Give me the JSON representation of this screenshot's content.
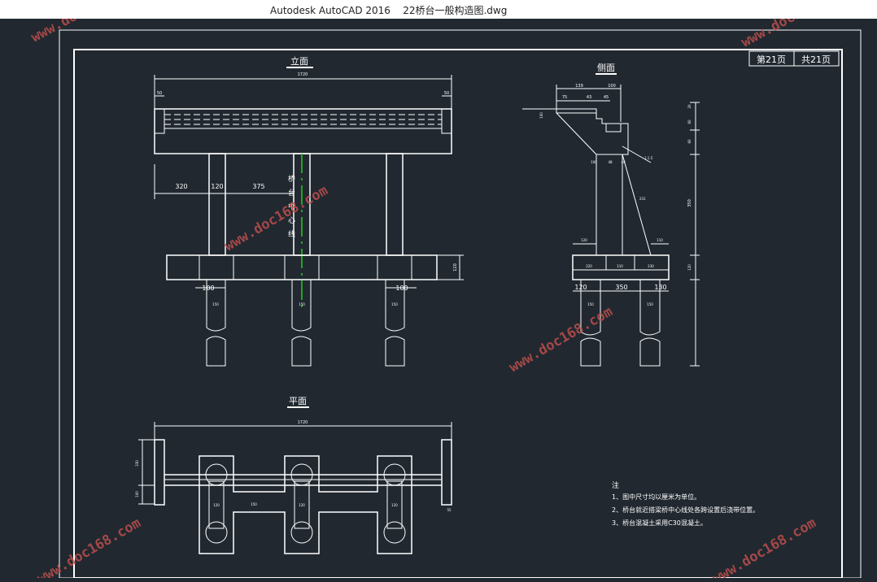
{
  "window": {
    "app": "Autodesk AutoCAD 2016",
    "document": "22桥台一般构造图.dwg"
  },
  "sheet": {
    "page_label": "第21页",
    "total_label": "共21页"
  },
  "front_view": {
    "title": "立面",
    "overall_dim": "1720",
    "end_left": "50",
    "end_right": "50",
    "span_left": "320",
    "pier_width": "120",
    "span_right": "375",
    "centerline_text": "桥台中心线",
    "cap_height": "120",
    "pile_dims": [
      "100",
      "100"
    ],
    "pile_labels": [
      "150",
      "150",
      "150"
    ]
  },
  "side_view": {
    "title": "侧面",
    "top_dims": [
      "75",
      "43",
      "45"
    ],
    "dim_139": "139",
    "dim_100": "100",
    "left_dim": "100",
    "right_dims": [
      "20",
      "60",
      "60"
    ],
    "stem_dims": [
      "100",
      "48",
      "40"
    ],
    "slope": "1:1.5",
    "slope2": "231",
    "right_height": "350",
    "base_left": "120",
    "base_right": "110",
    "base_dims": [
      "220",
      "110",
      "230"
    ],
    "cap_height": "120",
    "pile_dims": [
      "120",
      "350",
      "130"
    ],
    "pile_labels": [
      "150",
      "150"
    ]
  },
  "plan_view": {
    "title": "平面",
    "overall_dim": "1720",
    "left_dims": [
      "330",
      "100"
    ],
    "right_dim": "55",
    "pile_labels": [
      "120",
      "120",
      "120"
    ],
    "mid_dim": "150"
  },
  "notes": {
    "heading": "注",
    "items": [
      "1、图中尺寸均以厘米为单位。",
      "2、桥台就近搭梁桥中心线处各跨设置后浇带位置。",
      "3、桥台混凝土采用C30混凝土。"
    ]
  },
  "watermark": {
    "text": "www.doc168.com"
  },
  "colors": {
    "background": "#212830",
    "line": "#ffffff",
    "centerline": "#22cc22",
    "watermark": "#c0504d"
  }
}
